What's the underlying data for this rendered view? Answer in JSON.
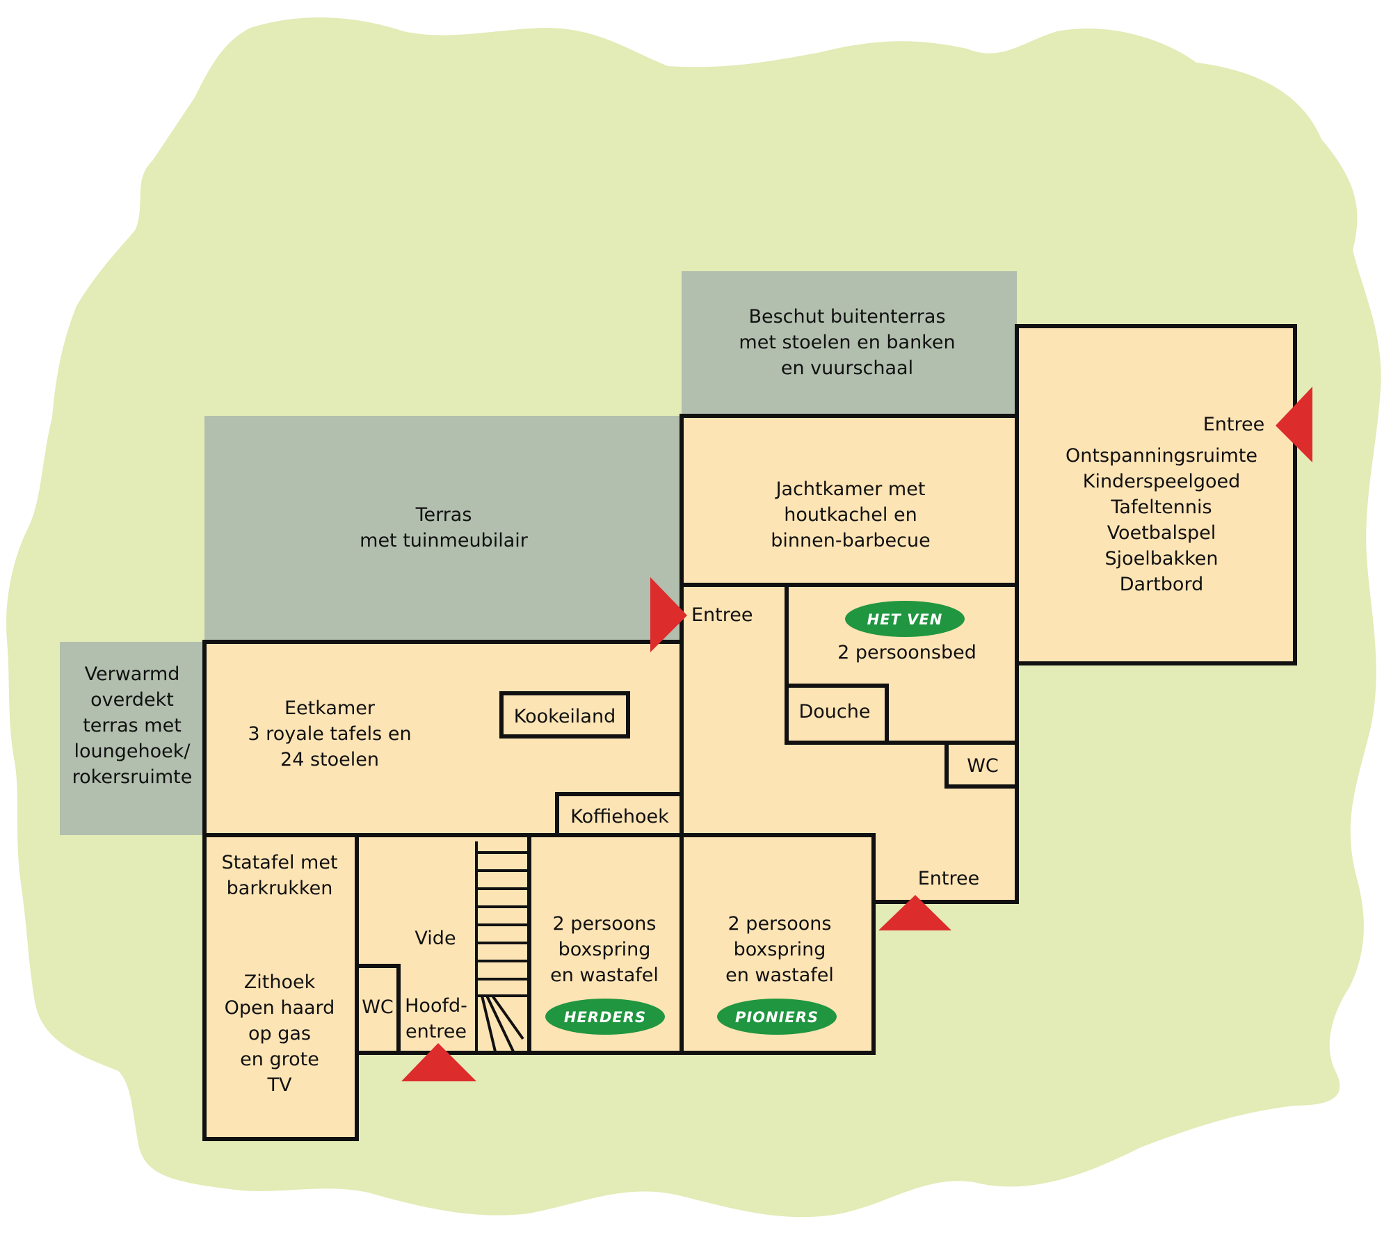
{
  "colors": {
    "background": "#ffffff",
    "grounds": "#e3ebb6",
    "terrace": "#b2bfae",
    "room": "#fde4b5",
    "walls": "#111111",
    "entrance_marker": "#dd2c2c",
    "badge": "#1f963f"
  },
  "terraces": {
    "covered_terrace": [
      "Verwarmd",
      "overdekt",
      "terras met",
      "loungehoek/",
      "rokersruimte"
    ],
    "terrace": [
      "Terras",
      "met tuinmeubilair"
    ],
    "sheltered_terrace": [
      "Beschut buitenterras",
      "met stoelen en banken",
      "en vuurschaal"
    ]
  },
  "rooms": {
    "dining_room": [
      "Eetkamer",
      "3 royale tafels en",
      "24 stoelen"
    ],
    "kitchen_island": "Kookeiland",
    "coffee_corner": "Koffiehoek",
    "standing_table": [
      "Statafel met",
      "barkrukken"
    ],
    "sitting_area": [
      "Zithoek",
      "Open haard",
      "op gas",
      "en grote",
      "TV"
    ],
    "void": "Vide",
    "main_entrance": [
      "Hoofd-",
      "entree"
    ],
    "wc_front": "WC",
    "room_herders": [
      "2 persoons",
      "boxspring",
      "en wastafel"
    ],
    "room_pioniers": [
      "2 persoons",
      "boxspring",
      "en wastafel"
    ],
    "hunting_room": [
      "Jachtkamer met",
      "houtkachel en",
      "binnen-barbecue"
    ],
    "room_het_ven": "2 persoonsbed",
    "shower": "Douche",
    "wc_back": "WC",
    "recreation_room": [
      "Ontspanningsruimte",
      "Kinderspeelgoed",
      "Tafeltennis",
      "Voetbalspel",
      "Sjoelbakken",
      "Dartbord"
    ]
  },
  "entrances": {
    "left": "Entree",
    "bottom": "Entree",
    "right": "Entree"
  },
  "badges": {
    "het_ven": "HET VEN",
    "herders": "HERDERS",
    "pioniers": "PIONIERS"
  }
}
